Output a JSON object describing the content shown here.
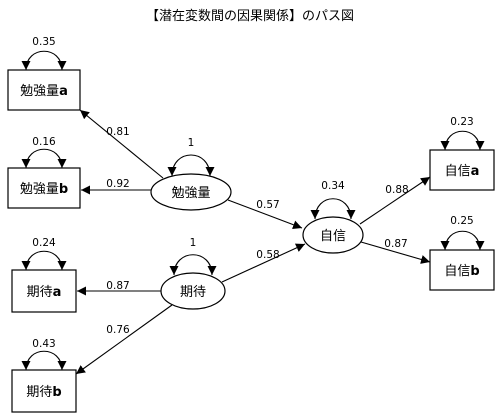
{
  "title": "【潜在変数間の因果関係】のパス図",
  "nodes": {
    "benkyou_a": {
      "label": "勉強量",
      "suffix": "a",
      "error": "0.35"
    },
    "benkyou_b": {
      "label": "勉強量",
      "suffix": "b",
      "error": "0.16"
    },
    "kitai_a": {
      "label": "期待",
      "suffix": "a",
      "error": "0.24"
    },
    "kitai_b": {
      "label": "期待",
      "suffix": "b",
      "error": "0.43"
    },
    "jishin_a": {
      "label": "自信",
      "suffix": "a",
      "error": "0.23"
    },
    "jishin_b": {
      "label": "自信",
      "suffix": "b",
      "error": "0.25"
    },
    "benkyou": {
      "label": "勉強量",
      "variance": "1"
    },
    "kitai": {
      "label": "期待",
      "variance": "1"
    },
    "jishin": {
      "label": "自信",
      "variance": "0.34"
    }
  },
  "paths": {
    "benkyou_to_a": "0.81",
    "benkyou_to_b": "0.92",
    "benkyou_to_jishin": "0.57",
    "kitai_to_jishin": "0.58",
    "kitai_to_a": "0.87",
    "kitai_to_b": "0.76",
    "jishin_to_a": "0.88",
    "jishin_to_b": "0.87"
  }
}
